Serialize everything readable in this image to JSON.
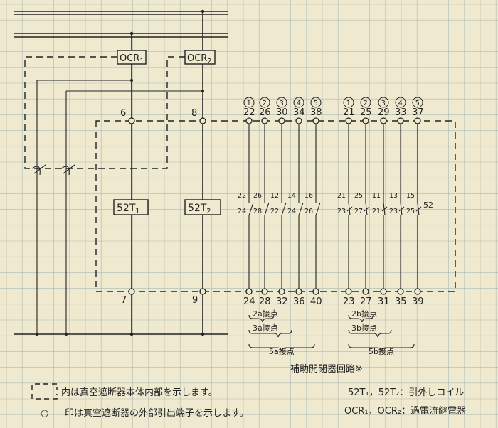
{
  "relays": {
    "ocr1_main": "OCR",
    "ocr1_sub": "1",
    "ocr2_main": "OCR",
    "ocr2_sub": "2"
  },
  "coils": {
    "coil1_main": "52T",
    "coil1_sub": "1",
    "coil2_main": "52T",
    "coil2_sub": "2"
  },
  "main_terminals": {
    "top_left": "6",
    "top_right": "8",
    "bottom_left": "7",
    "bottom_right": "9"
  },
  "contact_groups": {
    "a_group": {
      "circle_numbers": [
        "1",
        "2",
        "3",
        "4",
        "5"
      ],
      "top_terminals": [
        "22",
        "26",
        "30",
        "34",
        "38"
      ],
      "bottom_terminals": [
        "24",
        "28",
        "32",
        "36",
        "40"
      ],
      "upper_contact_labels": [
        "22",
        "26",
        "12",
        "14",
        "16"
      ],
      "lower_contact_labels": [
        "24",
        "28",
        "22",
        "24",
        "26"
      ]
    },
    "b_group": {
      "circle_numbers": [
        "1",
        "2",
        "3",
        "4",
        "5"
      ],
      "top_terminals": [
        "21",
        "25",
        "29",
        "33",
        "37"
      ],
      "bottom_terminals": [
        "23",
        "27",
        "31",
        "35",
        "39"
      ],
      "upper_contact_labels": [
        "21",
        "25",
        "11",
        "13",
        "15"
      ],
      "lower_contact_labels": [
        "23",
        "27",
        "21",
        "23",
        "25"
      ],
      "device_label": "52"
    }
  },
  "braces": {
    "a2": "2a接点",
    "a3": "3a接点",
    "a5": "5a接点",
    "b2": "2b接点",
    "b3": "3b接点",
    "b5": "5b接点"
  },
  "circuit_title": "補助開閉器回路※",
  "legend": {
    "dashed_text": "内は真空遮断器本体内部を示します。",
    "circle_symbol": "○",
    "circle_text": "印は真空遮断器の外部引出端子を示します。",
    "coil_text": "52T₁，52T₂：引外しコイル",
    "ocr_text": "OCR₁，OCR₂：過電流継電器"
  }
}
